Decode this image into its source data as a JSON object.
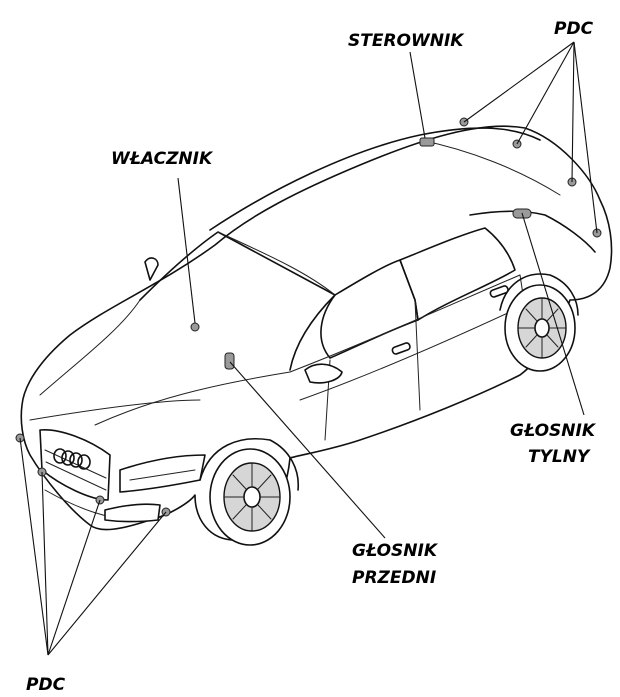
{
  "labels": {
    "sterownik": "STEROWNIK",
    "pdc_top": "PDC",
    "wlacznik": "WŁACZNIK",
    "glosnik_tylny_1": "GŁOSNIK",
    "glosnik_tylny_2": "TYLNY",
    "glosnik_przedni_1": "GŁOSNIK",
    "glosnik_przedni_2": "PRZEDNI",
    "pdc_bottom": "PDC"
  },
  "icons": {
    "vehicle": "sedan-car-icon",
    "brand_logo": "four-rings-logo"
  }
}
